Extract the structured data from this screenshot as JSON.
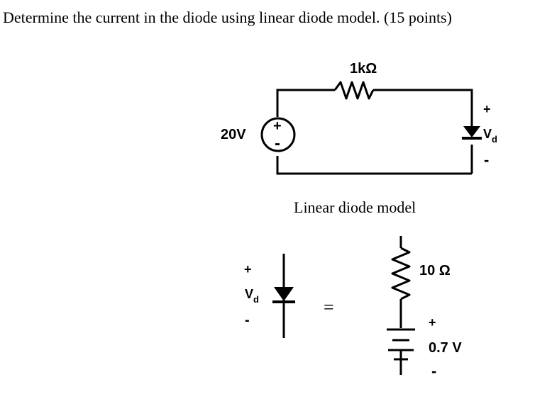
{
  "question": "Determine the current in the diode using linear diode model. (15 points)",
  "circuit": {
    "resistor_label": "1kΩ",
    "source_label": "20V",
    "source_plus": "+",
    "source_minus": "-",
    "diode_plus": "+",
    "diode_minus": "-",
    "diode_voltage_main": "V",
    "diode_voltage_sub": "d"
  },
  "model": {
    "caption": "Linear diode model",
    "diode_plus": "+",
    "diode_minus": "-",
    "diode_voltage_main": "V",
    "diode_voltage_sub": "d",
    "equals": "=",
    "resistor_label": "10 Ω",
    "battery_plus": "+",
    "battery_label": "0.7 V",
    "battery_minus": "-"
  }
}
